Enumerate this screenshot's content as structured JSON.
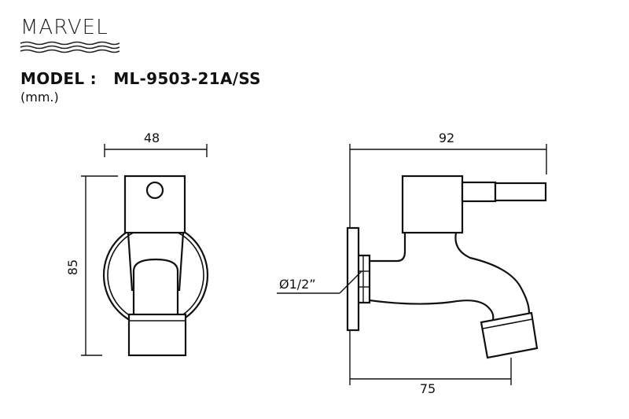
{
  "brand": {
    "name": "MARVEL"
  },
  "header": {
    "model_label": "MODEL :",
    "model_number": "ML-9503-21A/SS",
    "unit": "(mm.)"
  },
  "front_view": {
    "width_label": "48",
    "height_label": "85"
  },
  "side_view": {
    "overall_length_label": "92",
    "spout_reach_label": "75",
    "thread_label": "Ø1/2”"
  }
}
